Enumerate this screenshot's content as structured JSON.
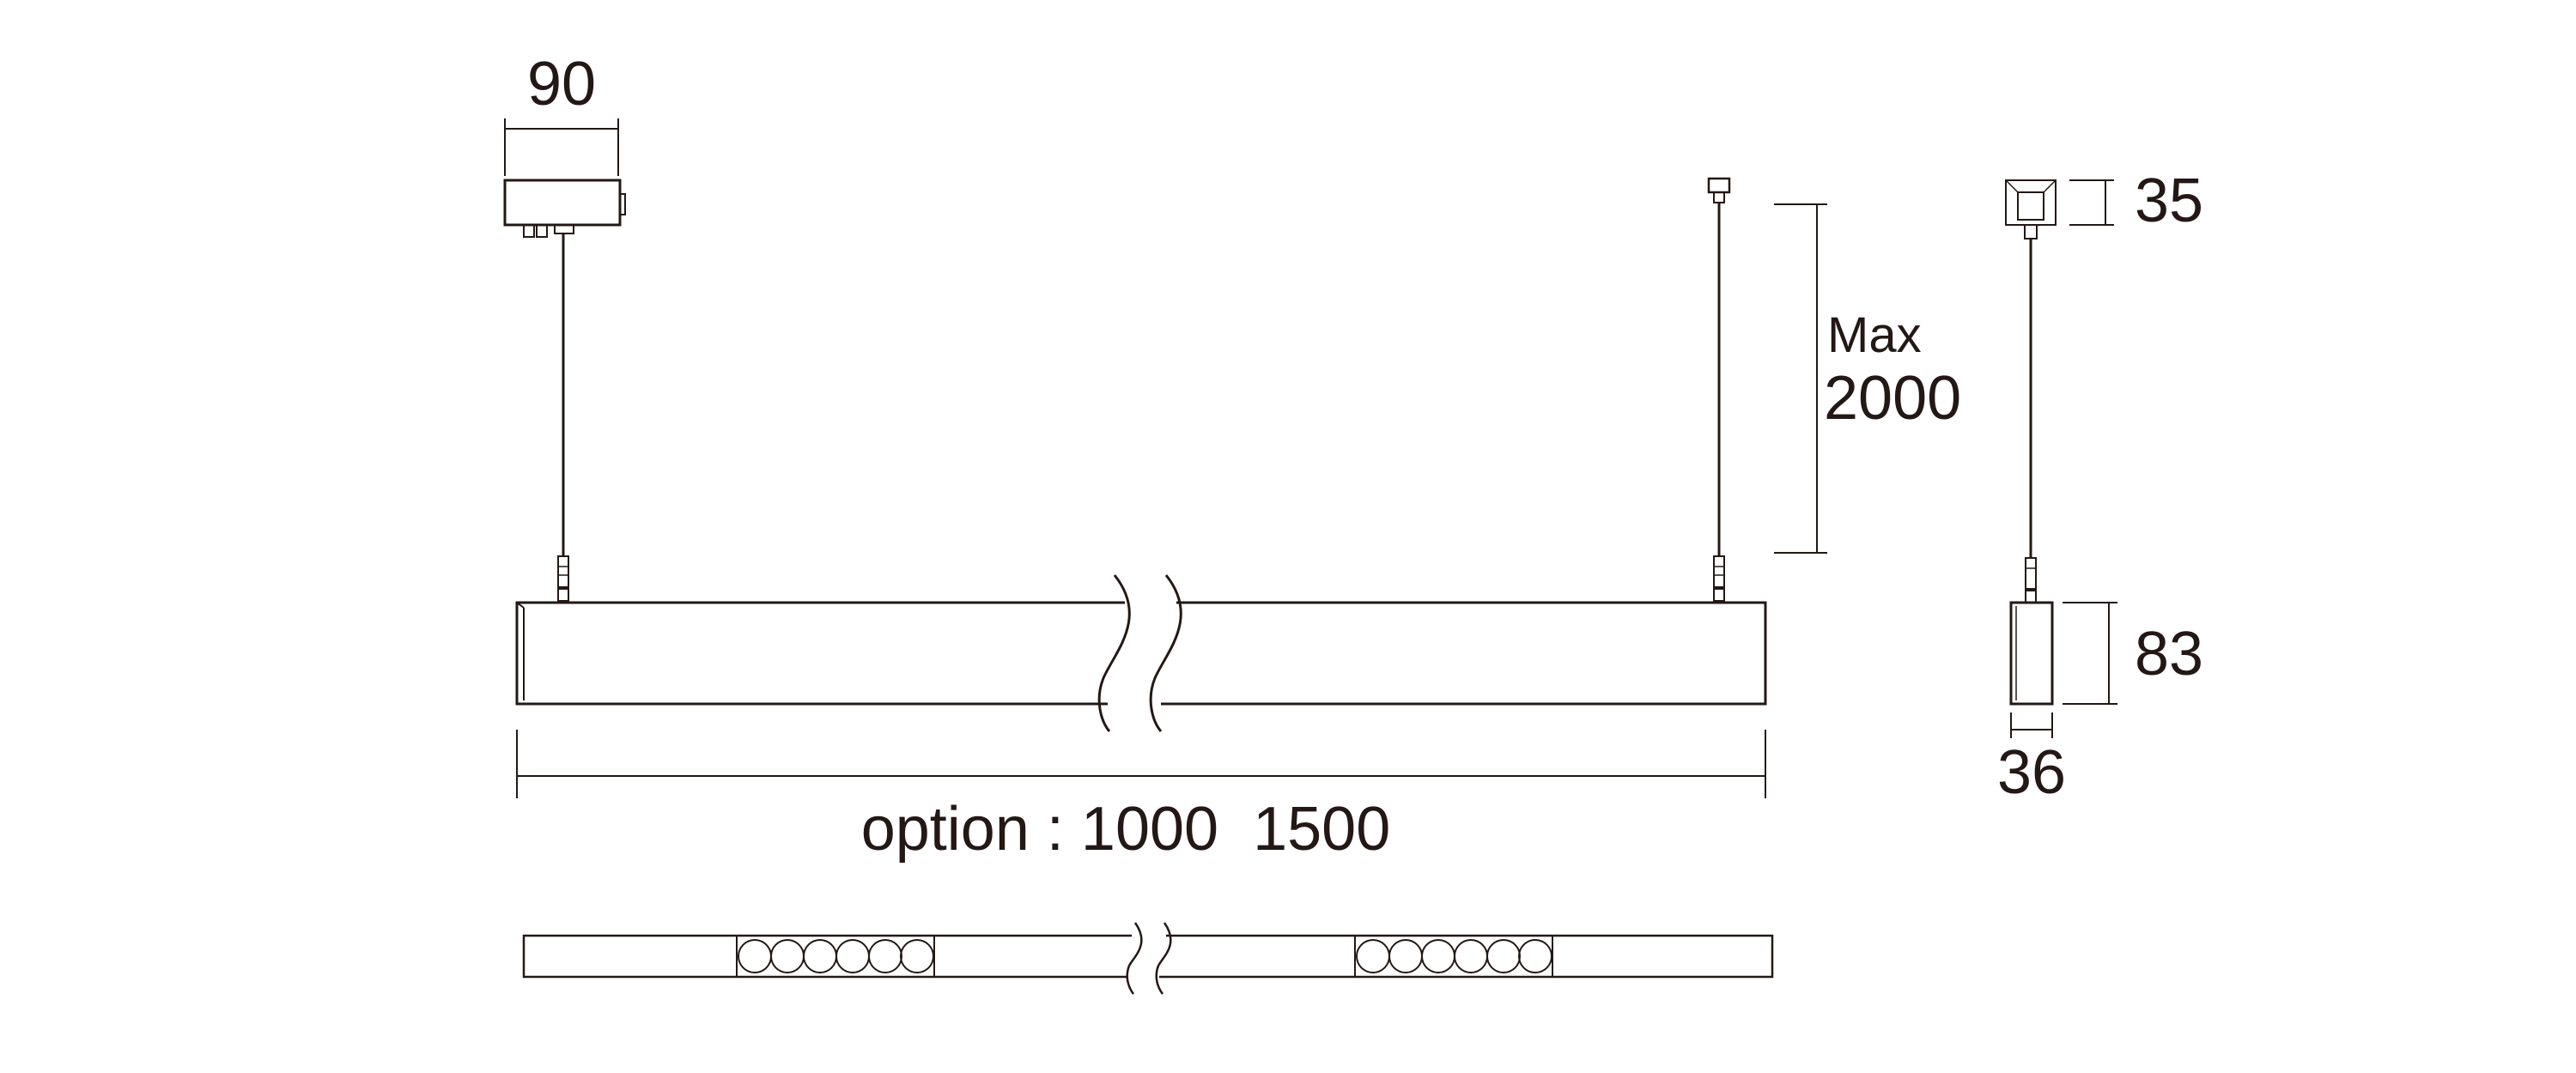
{
  "labels": {
    "mount_width": "90",
    "max_label_line1": "Max",
    "max_label_line2": "2000",
    "canopy_height": "35",
    "body_height": "83",
    "body_width": "36",
    "option_label": "option : 1000  1500"
  },
  "colors": {
    "line": "#231815",
    "background": "#ffffff"
  }
}
